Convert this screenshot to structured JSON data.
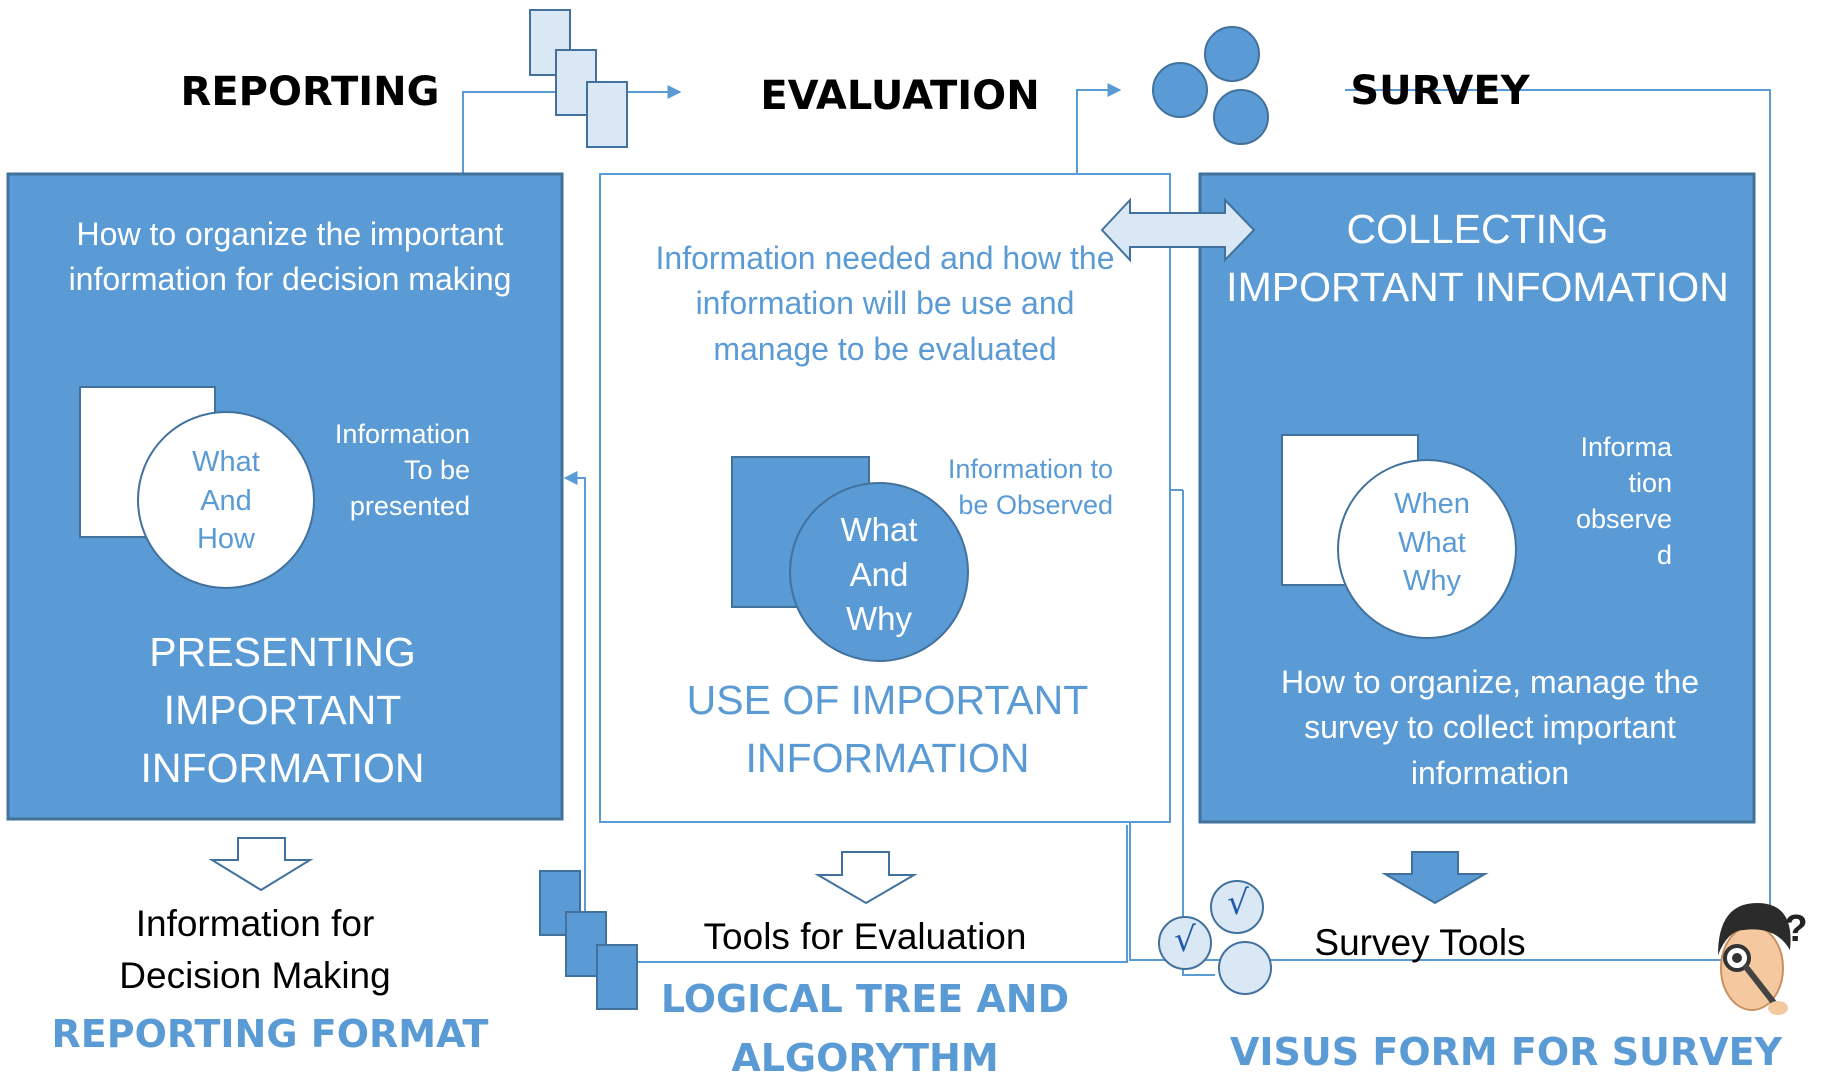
{
  "headers": {
    "reporting": "REPORTING",
    "evaluation": "EVALUATION",
    "survey": "SURVEY"
  },
  "reporting_panel": {
    "question": "How to organize the important\ninformation for decision making",
    "circle": "What\nAnd\nHow",
    "note": "Information\nTo be\npresented",
    "title": "PRESENTING\nIMPORTANT\nINFORMATION"
  },
  "evaluation_panel": {
    "question": "Information needed and how the\ninformation will be use and\nmanage to be evaluated",
    "circle": "What\nAnd\nWhy",
    "note": "Information to\nbe Observed",
    "title": "USE OF IMPORTANT\nINFORMATION"
  },
  "survey_panel": {
    "title": "COLLECTING\nIMPORTANT INFOMATION",
    "circle": "When\nWhat\nWhy",
    "note": "Informa\ntion\nobserve\nd",
    "question": "How to organize, manage the\nsurvey to collect important\ninformation"
  },
  "outputs": {
    "reporting_text": "Information for\nDecision Making",
    "reporting_format": "REPORTING FORMAT",
    "evaluation_text": "Tools for Evaluation",
    "evaluation_format": "LOGICAL TREE AND\nALGORYTHM",
    "survey_text": "Survey Tools",
    "survey_format": "VISUS FORM FOR SURVEY"
  },
  "glyphs": {
    "check": "√",
    "question_mark": "?"
  },
  "colors": {
    "panel_fill": "#5b9bd5",
    "panel_stroke": "#41719c",
    "light_fill": "#dae8f6",
    "accent_text": "#5b9bd5"
  },
  "icons": [
    "document-stack-icon",
    "circles-cluster-icon",
    "double-arrow-icon",
    "down-arrow-icon",
    "checkmark-icon",
    "person-magnifier-icon"
  ]
}
